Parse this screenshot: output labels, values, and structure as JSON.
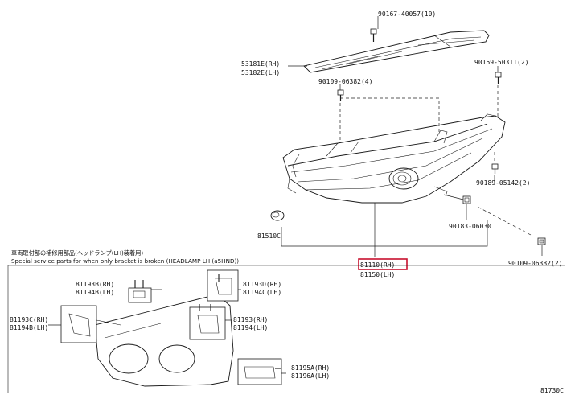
{
  "colors": {
    "highlight": "#c8102e",
    "line": "#1a1a1a",
    "shade": "#cccccc"
  },
  "labels": {
    "p90167": "90167-40057(10)",
    "p53181": "53181E(RH)",
    "p53182": "53182E(LH)",
    "p90159": "90159-50311(2)",
    "p90109a": "90109-06382(4)",
    "p90189": "90189-05142(2)",
    "p90183": "90183-06030",
    "p81510": "81510C",
    "p90109b": "90109-06382(2)",
    "p81110": "81110(RH)",
    "p81150": "81150(LH)",
    "p81193b": "81193B(RH)",
    "p81194b": "81194B(LH)",
    "p81193d": "81193D(RH)",
    "p81194c": "81194C(LH)",
    "p81193c": "81193C(RH)",
    "p81194bl": "81194B(LH)",
    "p81193": "81193(RH)",
    "p81194": "81194(LH)",
    "p81195a": "81195A(RH)",
    "p81196a": "81196A(LH)"
  },
  "note": {
    "line1": "車両取付部の補修用部品(ヘッドランプ(LH)装着用)",
    "line2": "Special service parts for when only bracket is broken (HEADLAMP LH (a5HND))"
  },
  "diagram_id": "81730C"
}
